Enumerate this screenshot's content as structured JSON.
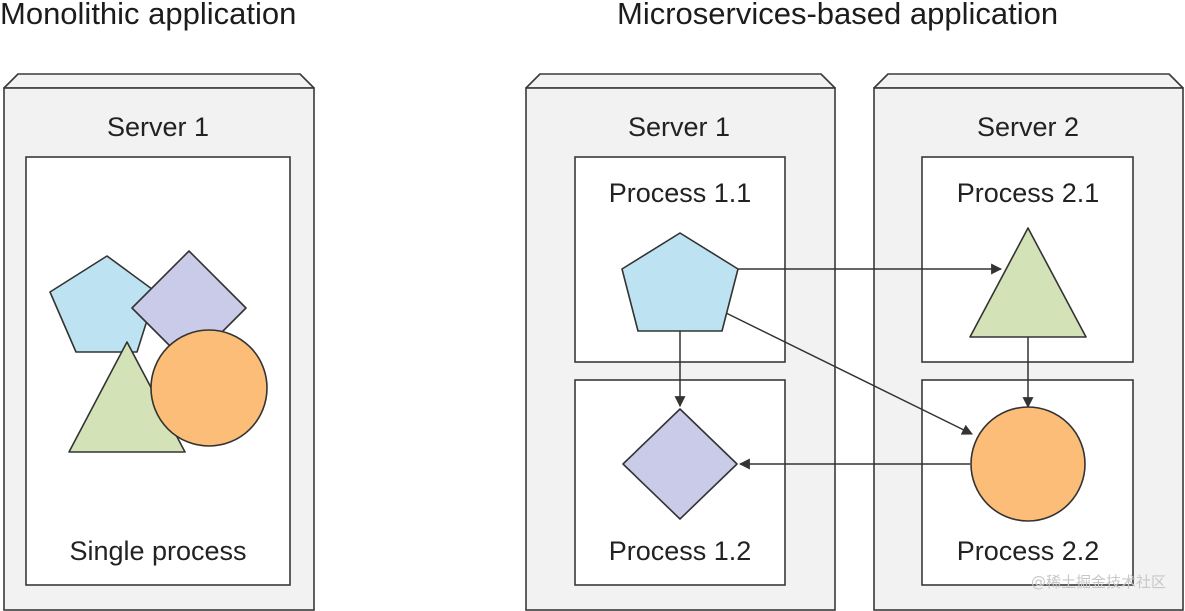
{
  "left_title": "Monolithic application",
  "right_title": "Microservices-based application",
  "monolith": {
    "server_label": "Server 1",
    "process_label": "Single process"
  },
  "micro": {
    "server1_label": "Server 1",
    "server2_label": "Server 2",
    "p11_label": "Process 1.1",
    "p12_label": "Process 1.2",
    "p21_label": "Process 2.1",
    "p22_label": "Process 2.2"
  },
  "watermark": "@稀土掘金技术社区",
  "colors": {
    "pentagon": "#bde3f2",
    "diamond": "#c9cbe8",
    "triangle": "#d3e3b7",
    "circle": "#fbbd77"
  },
  "edges": [
    {
      "from": "pentagon (Process 1.1)",
      "to": "triangle (Process 2.1)"
    },
    {
      "from": "pentagon (Process 1.1)",
      "to": "diamond (Process 1.2)"
    },
    {
      "from": "pentagon (Process 1.1)",
      "to": "circle (Process 2.2)"
    },
    {
      "from": "triangle (Process 2.1)",
      "to": "circle (Process 2.2)"
    },
    {
      "from": "circle (Process 2.2)",
      "to": "diamond (Process 1.2)"
    }
  ]
}
